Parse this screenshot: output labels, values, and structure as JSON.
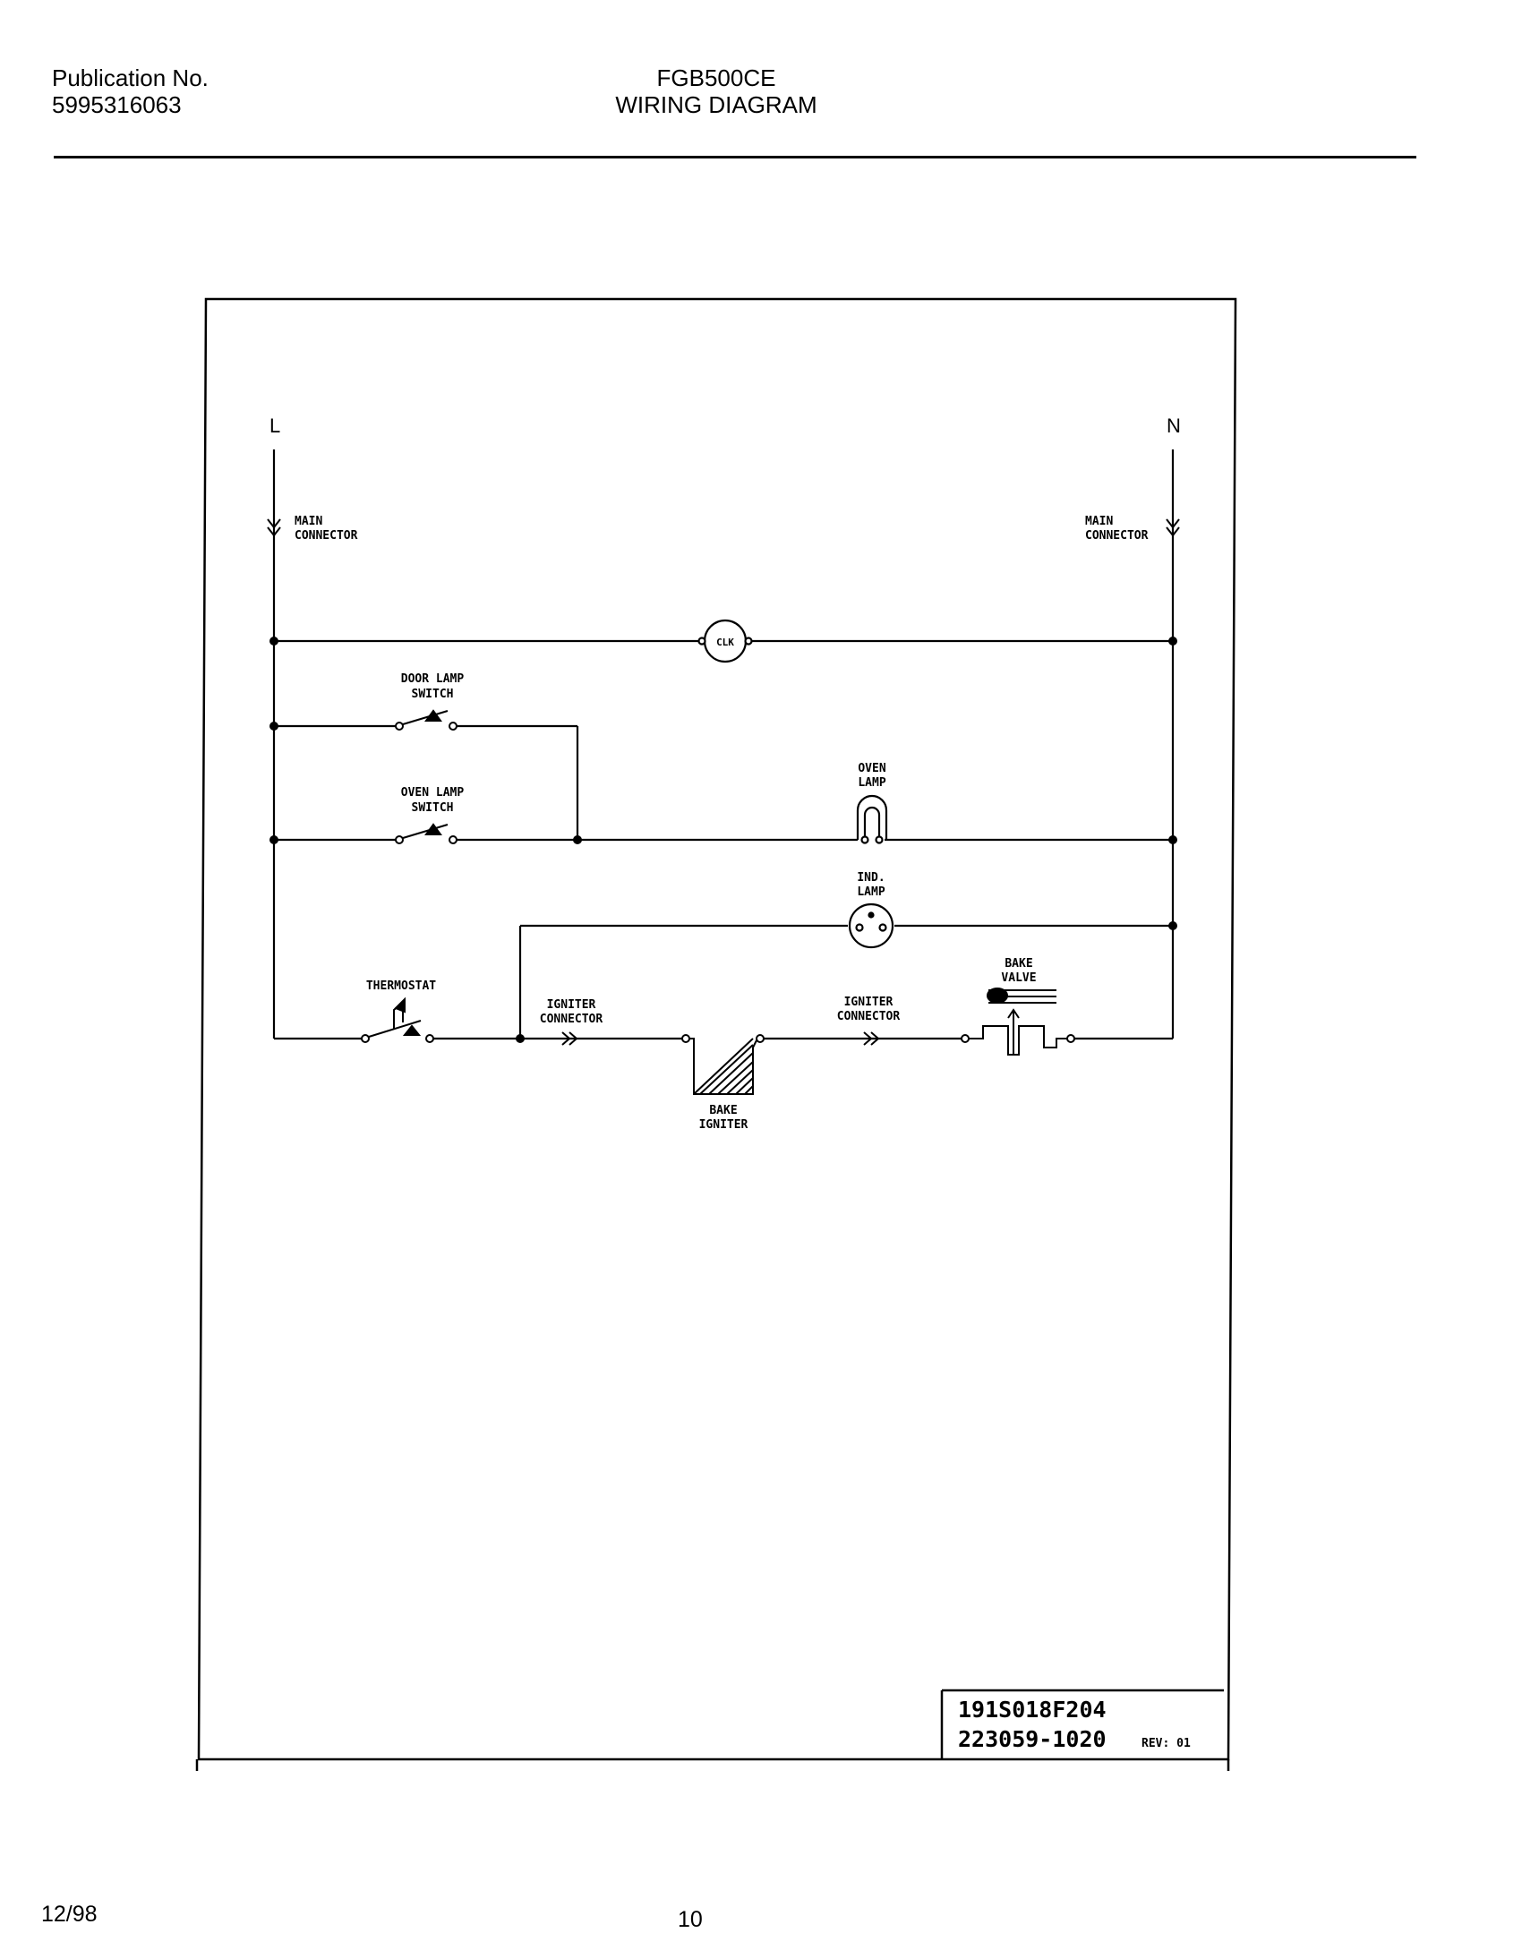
{
  "header": {
    "publication_label": "Publication No.",
    "publication_number": "5995316063",
    "model": "FGB500CE",
    "title": "WIRING DIAGRAM"
  },
  "diagram": {
    "line_label": "L",
    "neutral_label": "N",
    "main_connector_left": [
      "MAIN",
      "CONNECTOR"
    ],
    "main_connector_right": [
      "MAIN",
      "CONNECTOR"
    ],
    "clock_label": "CLK",
    "door_lamp_switch": [
      "DOOR LAMP",
      "SWITCH"
    ],
    "oven_lamp_switch": [
      "OVEN LAMP",
      "SWITCH"
    ],
    "oven_lamp": [
      "OVEN",
      "LAMP"
    ],
    "ind_lamp": [
      "IND.",
      "LAMP"
    ],
    "thermostat": "THERMOSTAT",
    "igniter_connector_left": [
      "IGNITER",
      "CONNECTOR"
    ],
    "igniter_connector_right": [
      "IGNITER",
      "CONNECTOR"
    ],
    "bake_igniter": [
      "BAKE",
      "IGNITER"
    ],
    "bake_valve": [
      "BAKE",
      "VALVE"
    ]
  },
  "title_block": {
    "drawing_code": "191S018F204",
    "part_number": "223059-1020",
    "rev_label": "REV: 01"
  },
  "footer": {
    "date": "12/98",
    "page_number": "10"
  }
}
